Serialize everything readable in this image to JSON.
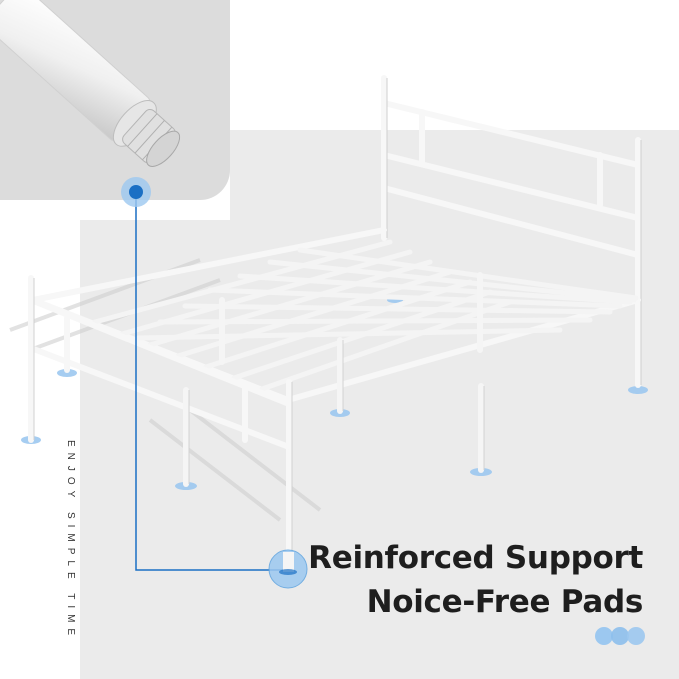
{
  "headline": {
    "line1": "Reinforced Support",
    "line2": "Noice-Free Pads"
  },
  "side_text": "ENJOY SIMPLE TIME",
  "colors": {
    "accent_blue": "#1a6fc4",
    "pad_blue": "#9cc8f0",
    "text_dark": "#1e1e1e",
    "frame_white": "#f7f7f7",
    "background_gray": "#ebebeb"
  },
  "icons": [
    "bed-frame-illustration",
    "leg-pad-closeup",
    "callout-marker",
    "decorative-dots"
  ]
}
